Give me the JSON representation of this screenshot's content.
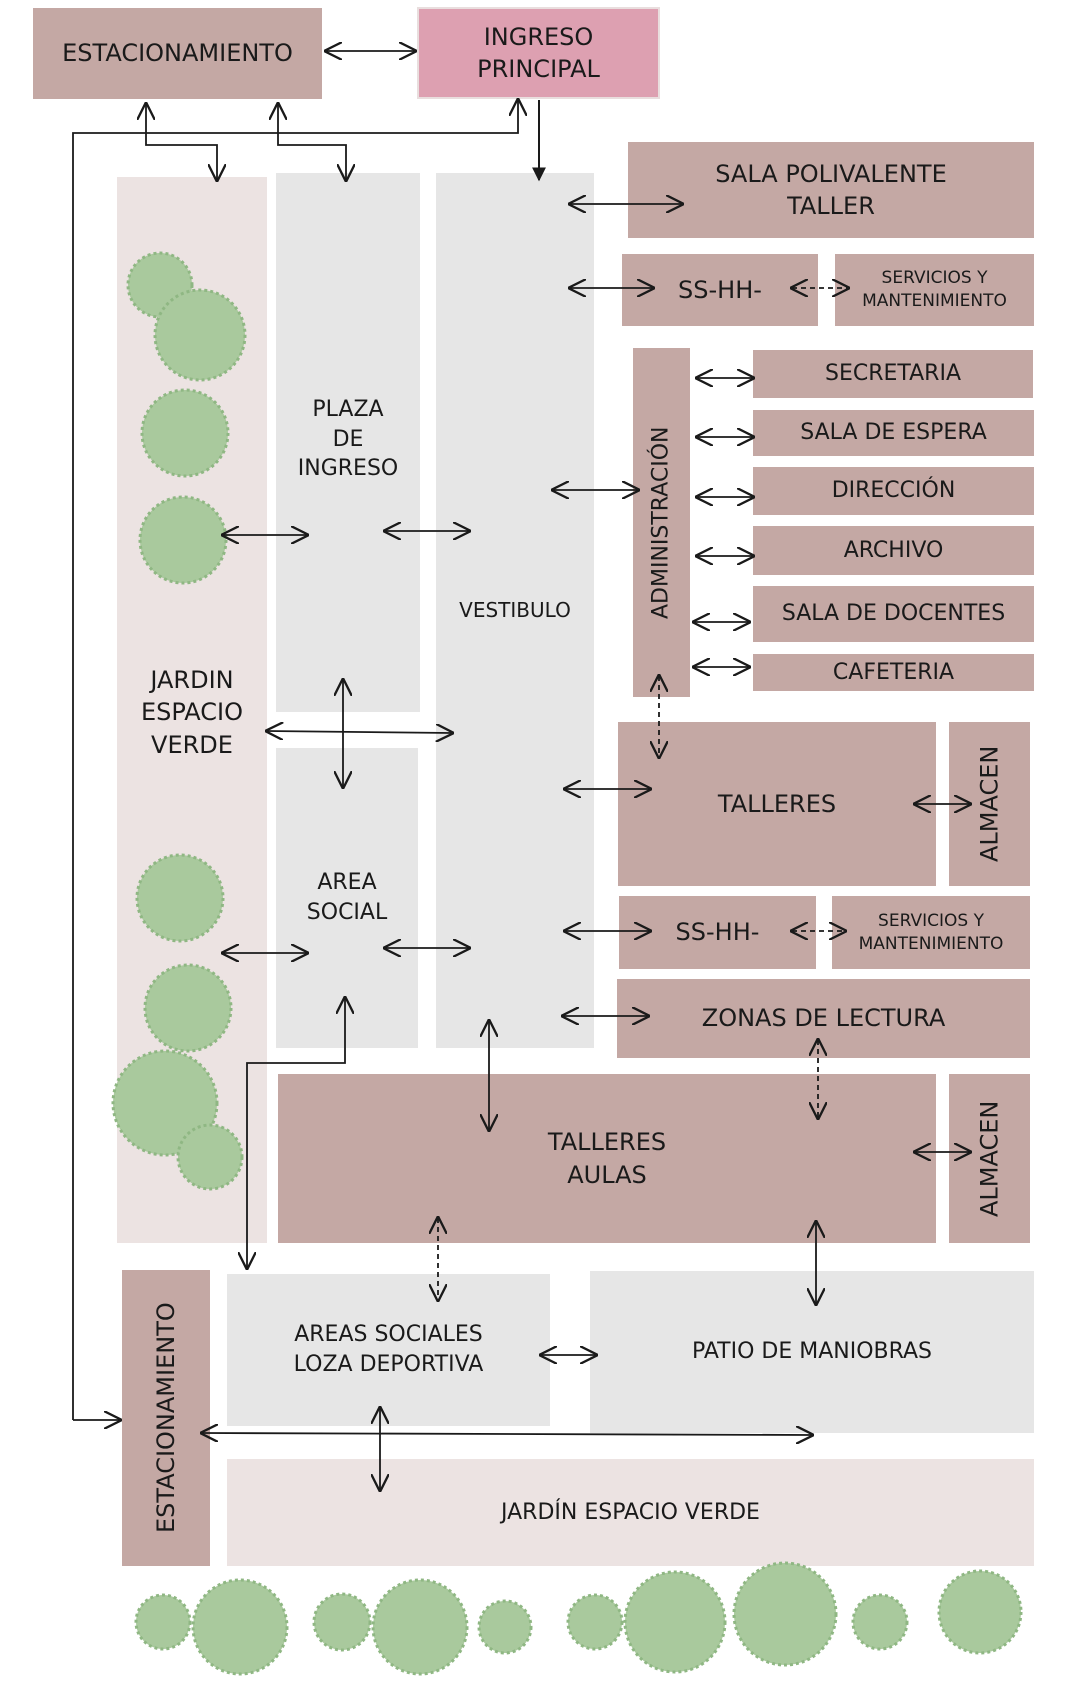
{
  "labels": {
    "estacionamiento_top": "ESTACIONAMIENTO",
    "ingreso_principal": "INGRESO\nPRINCIPAL",
    "sala_polivalente": "SALA POLIVALENTE\nTALLER",
    "sshh_1": "SS-HH-",
    "servicios_1": "SERVICIOS Y\nMANTENIMIENTO",
    "administracion": "ADMINISTRACIÓN",
    "secretaria": "SECRETARIA",
    "sala_espera": "SALA DE ESPERA",
    "direccion": "DIRECCIÓN",
    "archivo": "ARCHIVO",
    "sala_docentes": "SALA DE DOCENTES",
    "cafeteria": "CAFETERIA",
    "talleres": "TALLERES",
    "almacen_1": "ALMACEN",
    "sshh_2": "SS-HH-",
    "servicios_2": "SERVICIOS Y\nMANTENIMIENTO",
    "zonas_lectura": "ZONAS DE LECTURA",
    "talleres_aulas": "TALLERES\nAULAS",
    "almacen_2": "ALMACEN",
    "jardin_espacio_verde": "JARDIN\nESPACIO\nVERDE",
    "plaza_ingreso": "PLAZA\nDE\nINGRESO",
    "vestibulo": "VESTIBULO",
    "area_social": "AREA\nSOCIAL",
    "estacionamiento_side": "ESTACIONAMIENTO",
    "areas_sociales": "AREAS SOCIALES\nLOZA DEPORTIVA",
    "patio_maniobras": "PATIO DE MANIOBRAS",
    "jardin_bottom": "JARDÍN ESPACIO VERDE"
  },
  "colors": {
    "room": "#c4a8a4",
    "entrance": "#dda0b1",
    "circulation": "#e6e6e6",
    "garden": "#ece3e2",
    "tree": "#a9c99d"
  }
}
